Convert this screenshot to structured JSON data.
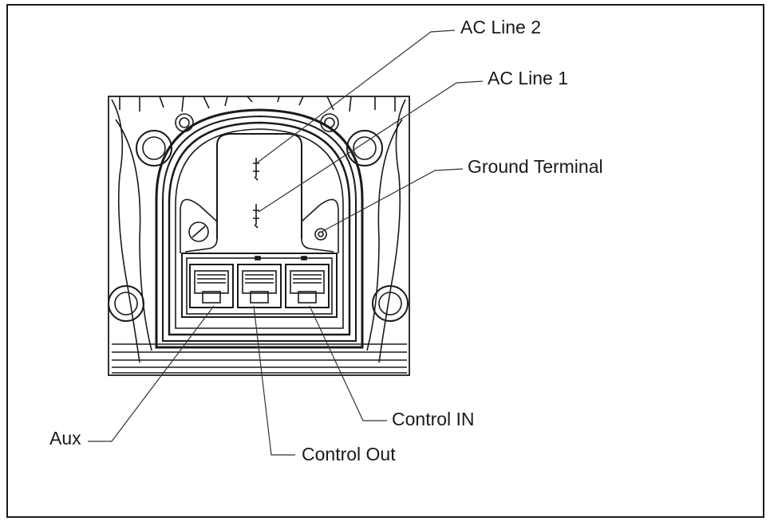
{
  "labels": {
    "ac_line_2": "AC Line 2",
    "ac_line_1": "AC Line 1",
    "ground_terminal": "Ground Terminal",
    "aux": "Aux",
    "control_out": "Control Out",
    "control_in": "Control IN"
  },
  "colors": {
    "line": "#1a1a1a",
    "panel": "#ffffff"
  }
}
